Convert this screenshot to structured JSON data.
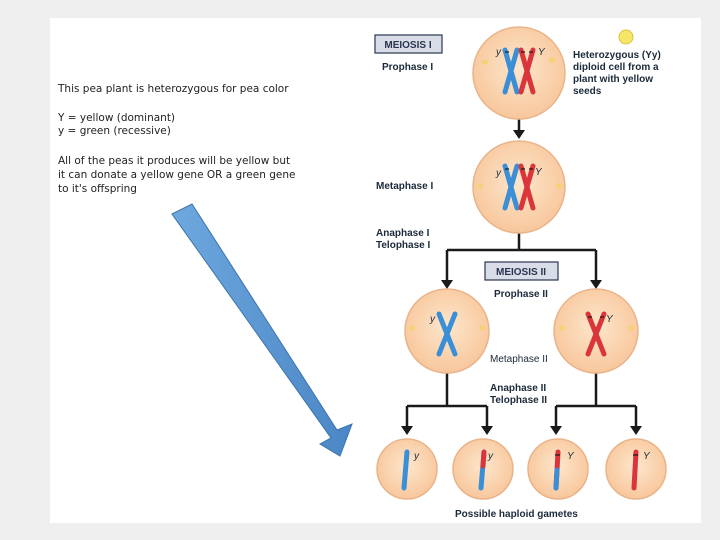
{
  "notes": {
    "line1": "This pea plant is heterozygous for pea color",
    "line2": "Y = yellow (dominant)",
    "line3_prefix": "y = ",
    "line3_rest": "green (recessive)",
    "line4": "All of the peas it produces will be yellow but",
    "line5": " it can donate a yellow gene OR a green gene",
    "line6": "to it's offspring"
  },
  "diagram": {
    "meiosis1_title": "MEIOSIS I",
    "meiosis2_title": "MEIOSIS II",
    "prophase1": "Prophase I",
    "metaphase1": "Metaphase I",
    "anaphase1": "Anaphase I",
    "telophase1": "Telophase I",
    "prophase2": "Prophase II",
    "metaphase2": "Metaphase II",
    "anaphase2": "Anaphase II",
    "telophase2": "Telophase II",
    "gametes": "Possible haploid gametes",
    "hetero_line1": "Heterozygous (Yy)",
    "hetero_line2": "diploid cell from a",
    "hetero_line3": "plant with yellow",
    "hetero_line4": "seeds",
    "allele_y": "y",
    "allele_Y": "Y"
  },
  "colors": {
    "cell_fill": "#fbd5b0",
    "cell_stroke": "#e8b085",
    "blue_chromosome": "#3a8fd6",
    "red_chromosome": "#d9353a",
    "arrow_blue": "#5b9bd5",
    "seed_yellow": "#f5e66a"
  }
}
